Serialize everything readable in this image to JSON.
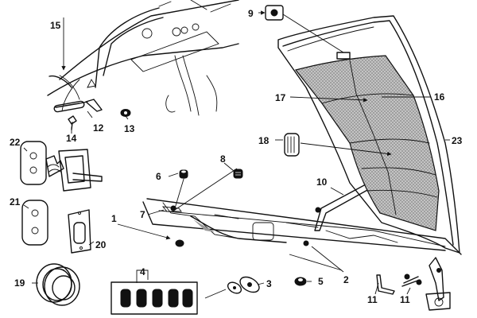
{
  "callouts": [
    {
      "num": "1"
    },
    {
      "num": "2"
    },
    {
      "num": "3"
    },
    {
      "num": "4"
    },
    {
      "num": "5"
    },
    {
      "num": "6"
    },
    {
      "num": "7"
    },
    {
      "num": "8"
    },
    {
      "num": "9"
    },
    {
      "num": "10"
    },
    {
      "num": "11"
    },
    {
      "num": "11"
    },
    {
      "num": "12"
    },
    {
      "num": "13"
    },
    {
      "num": "14"
    },
    {
      "num": "15"
    },
    {
      "num": "16"
    },
    {
      "num": "17"
    },
    {
      "num": "18"
    },
    {
      "num": "19"
    },
    {
      "num": "20"
    },
    {
      "num": "21"
    },
    {
      "num": "22"
    },
    {
      "num": "23"
    }
  ]
}
